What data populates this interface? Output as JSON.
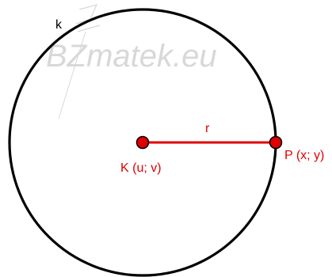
{
  "watermark": {
    "text": "BZmatek.eu",
    "logo_icon": "bz-logo-mark"
  },
  "labels": {
    "circle": "k",
    "radius": "r",
    "center": "K (u; v)",
    "point": "P (x; y)"
  },
  "colors": {
    "circle_stroke": "#000000",
    "accent": "#e00000",
    "point_fill": "#e00000",
    "point_stroke": "#000000",
    "watermark": "#d8d8d8",
    "background": "#ffffff"
  }
}
